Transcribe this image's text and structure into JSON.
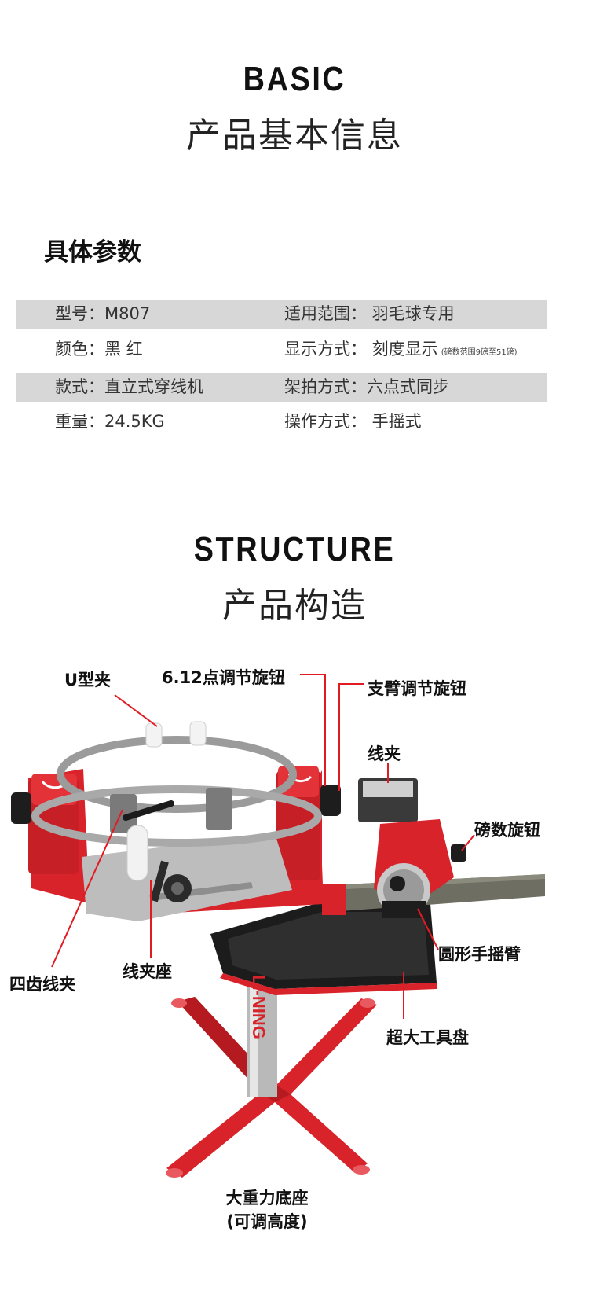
{
  "basic": {
    "title_en": "BASIC",
    "title_cn": "产品基本信息"
  },
  "specs": {
    "heading": "具体参数",
    "rows": [
      {
        "c1": "型号：M807",
        "c2": "适用范围：  羽毛球专用",
        "c2_note": ""
      },
      {
        "c1": "颜色：黑 红",
        "c2": "显示方式：  刻度显示",
        "c2_note": "(磅数范围9磅至51磅)"
      },
      {
        "c1": "款式：直立式穿线机",
        "c2": "架拍方式：六点式同步",
        "c2_note": ""
      },
      {
        "c1": "重量：24.5KG",
        "c2": "操作方式：  手摇式",
        "c2_note": ""
      }
    ]
  },
  "structure": {
    "title_en": "STRUCTURE",
    "title_cn": "产品构造",
    "labels": {
      "u_clamp": "U型夹",
      "knob_6_12": "6.12点调节旋钮",
      "arm_knob": "支臂调节旋钮",
      "string_clamp": "线夹",
      "tension_knob": "磅数旋钮",
      "crank_arm": "圆形手摇臂",
      "four_tooth_clamp": "四齿线夹",
      "clamp_base": "线夹座",
      "tool_tray": "超大工具盘",
      "base_line1": "大重力底座",
      "base_line2": "(可调高度)"
    },
    "brand_text": "LI-NING",
    "colors": {
      "machine_red": "#d8232a",
      "dark": "#222222",
      "silver": "#c9c9c9",
      "callout_red": "#e21b23"
    }
  }
}
